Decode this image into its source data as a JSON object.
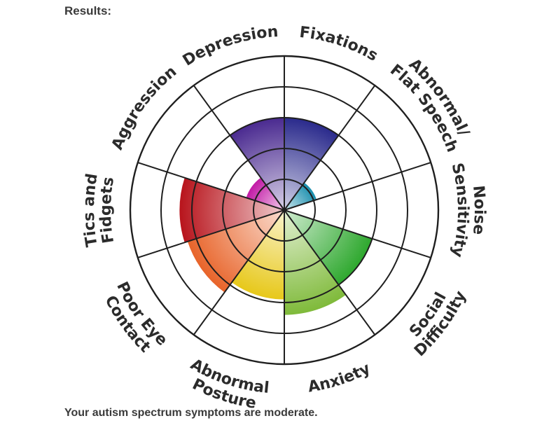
{
  "page": {
    "heading": "Results:",
    "result_text": "Your autism spectrum symptoms are moderate."
  },
  "chart_data": {
    "type": "radial-bar",
    "title": "",
    "rings": 5,
    "max_value": 5,
    "start_angle_deg": 0,
    "direction": "clockwise",
    "categories": [
      {
        "label_lines": [
          "Fixations"
        ],
        "value": 3.0,
        "color": "#2a2a8c"
      },
      {
        "label_lines": [
          "Abnormal/",
          "Flat Speech"
        ],
        "value": 1.1,
        "color": "#1a8fae"
      },
      {
        "label_lines": [
          "Noise",
          "Sensitivity"
        ],
        "value": 0.0,
        "color": "#1f9a7a"
      },
      {
        "label_lines": [
          "Social",
          "Difficulty"
        ],
        "value": 3.0,
        "color": "#2ea82e"
      },
      {
        "label_lines": [
          "Anxiety"
        ],
        "value": 3.4,
        "color": "#7fba3a"
      },
      {
        "label_lines": [
          "Abnormal",
          "Posture"
        ],
        "value": 2.9,
        "color": "#e7c81a"
      },
      {
        "label_lines": [
          "Poor Eye",
          "Contact"
        ],
        "value": 3.3,
        "color": "#e8642a"
      },
      {
        "label_lines": [
          "Tics and",
          "Fidgets"
        ],
        "value": 3.4,
        "color": "#b8141c"
      },
      {
        "label_lines": [
          "Aggression"
        ],
        "value": 1.3,
        "color": "#c21aa6"
      },
      {
        "label_lines": [
          "Depression"
        ],
        "value": 3.0,
        "color": "#4a2a90"
      }
    ]
  }
}
